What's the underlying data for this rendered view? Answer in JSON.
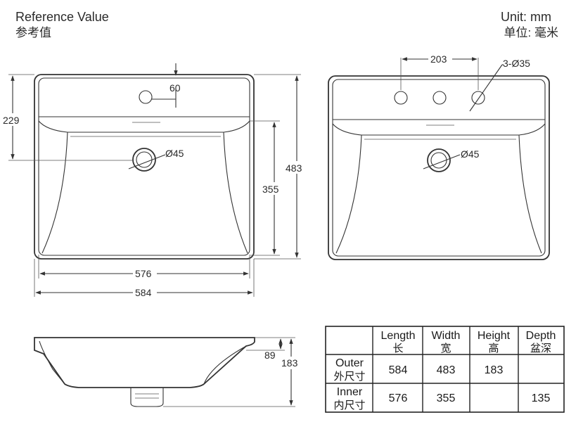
{
  "header": {
    "title_en": "Reference Value",
    "title_cn": "参考值",
    "unit_en": "Unit: mm",
    "unit_cn": "单位: 毫米"
  },
  "top_view": {
    "depth_to_drain": "229",
    "faucet_hole_dia": "60",
    "drain_dia": "Ø45",
    "inner_width": "576",
    "outer_width": "584",
    "inner_length": "355",
    "outer_length": "483"
  },
  "three_hole_view": {
    "hole_spacing": "203",
    "hole_spec": "3-Ø35",
    "drain_dia": "Ø45"
  },
  "side_view": {
    "bowl_depth_dim": "89",
    "height_dim": "183"
  },
  "table": {
    "headers": [
      {
        "en": "",
        "cn": ""
      },
      {
        "en": "Length",
        "cn": "长"
      },
      {
        "en": "Width",
        "cn": "宽"
      },
      {
        "en": "Height",
        "cn": "高"
      },
      {
        "en": "Depth",
        "cn": "盆深"
      }
    ],
    "rows": [
      {
        "label_en": "Outer",
        "label_cn": "外尺寸",
        "cells": [
          "584",
          "483",
          "183",
          ""
        ]
      },
      {
        "label_en": "Inner",
        "label_cn": "内尺寸",
        "cells": [
          "576",
          "355",
          "",
          "135"
        ]
      }
    ]
  }
}
